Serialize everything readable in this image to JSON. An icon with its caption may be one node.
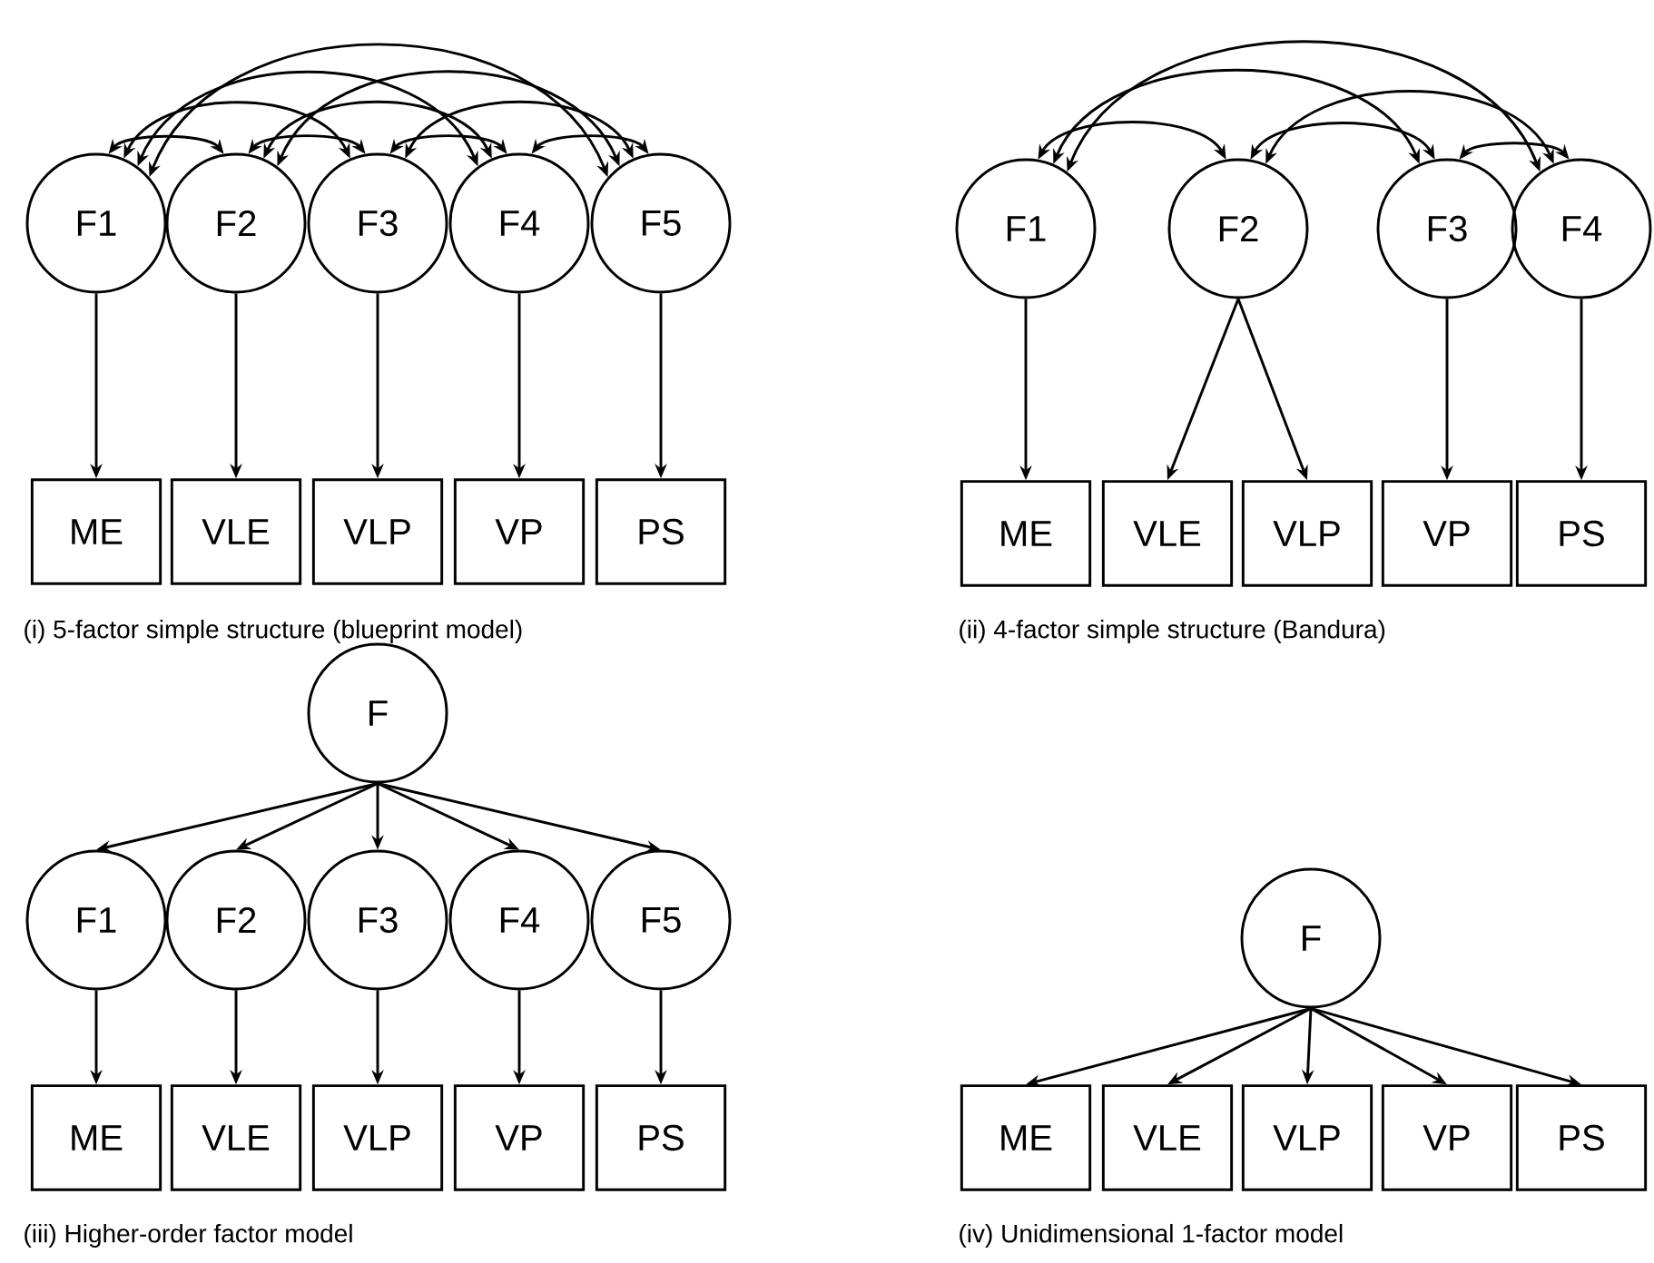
{
  "diagram": {
    "nodes": [
      {
        "text": [
          "F1"
        ]
      },
      {
        "text": [
          "F2"
        ]
      },
      {
        "text": [
          "F3"
        ]
      },
      {
        "text": [
          "F4"
        ]
      },
      {
        "text": [
          "F5"
        ]
      },
      {
        "text": [
          "ME"
        ]
      },
      {
        "text": [
          "VLE"
        ]
      },
      {
        "text": [
          "VLP"
        ]
      },
      {
        "text": [
          "VP"
        ]
      },
      {
        "text": [
          "PS"
        ]
      },
      {
        "text": [
          "F1"
        ]
      },
      {
        "text": [
          "F2"
        ]
      },
      {
        "text": [
          "F3"
        ]
      },
      {
        "text": [
          "F4"
        ]
      },
      {
        "text": [
          "ME"
        ]
      },
      {
        "text": [
          "VLE"
        ]
      },
      {
        "text": [
          "VLP"
        ]
      },
      {
        "text": [
          "VP"
        ]
      },
      {
        "text": [
          "PS"
        ]
      },
      {
        "text": [
          "F"
        ]
      },
      {
        "text": [
          "F1"
        ]
      },
      {
        "text": [
          "F2"
        ]
      },
      {
        "text": [
          "F3"
        ]
      },
      {
        "text": [
          "F4"
        ]
      },
      {
        "text": [
          "F5"
        ]
      },
      {
        "text": [
          "ME"
        ]
      },
      {
        "text": [
          "VLE"
        ]
      },
      {
        "text": [
          "VLP"
        ]
      },
      {
        "text": [
          "VP"
        ]
      },
      {
        "text": [
          "PS"
        ]
      },
      {
        "text": [
          "F"
        ]
      },
      {
        "text": [
          "ME"
        ]
      },
      {
        "text": [
          "VLE"
        ]
      },
      {
        "text": [
          "VLP"
        ]
      },
      {
        "text": [
          "VP"
        ]
      },
      {
        "text": [
          "PS"
        ]
      }
    ],
    "edges": [
      {
        "from": 0,
        "to": 1,
        "arrow": "both"
      },
      {
        "from": 0,
        "to": 2,
        "arrow": "both"
      },
      {
        "from": 0,
        "to": 3,
        "arrow": "both"
      },
      {
        "from": 0,
        "to": 4,
        "arrow": "both"
      },
      {
        "from": 1,
        "to": 2,
        "arrow": "both"
      },
      {
        "from": 1,
        "to": 3,
        "arrow": "both"
      },
      {
        "from": 1,
        "to": 4,
        "arrow": "both"
      },
      {
        "from": 2,
        "to": 3,
        "arrow": "both"
      },
      {
        "from": 2,
        "to": 4,
        "arrow": "both"
      },
      {
        "from": 3,
        "to": 4,
        "arrow": "both"
      },
      {
        "from": 0,
        "to": 5,
        "arrow": "to"
      },
      {
        "from": 1,
        "to": 6,
        "arrow": "to"
      },
      {
        "from": 2,
        "to": 7,
        "arrow": "to"
      },
      {
        "from": 3,
        "to": 8,
        "arrow": "to"
      },
      {
        "from": 4,
        "to": 9,
        "arrow": "to"
      },
      {
        "from": 10,
        "to": 11,
        "arrow": "both"
      },
      {
        "from": 10,
        "to": 12,
        "arrow": "both"
      },
      {
        "from": 10,
        "to": 13,
        "arrow": "both"
      },
      {
        "from": 11,
        "to": 12,
        "arrow": "both"
      },
      {
        "from": 11,
        "to": 13,
        "arrow": "both"
      },
      {
        "from": 12,
        "to": 13,
        "arrow": "both"
      },
      {
        "from": 10,
        "to": 14,
        "arrow": "to"
      },
      {
        "from": 11,
        "to": 15,
        "arrow": "to"
      },
      {
        "from": 11,
        "to": 16,
        "arrow": "to"
      },
      {
        "from": 12,
        "to": 17,
        "arrow": "to"
      },
      {
        "from": 13,
        "to": 18,
        "arrow": "to"
      },
      {
        "from": 19,
        "to": 20,
        "arrow": "to"
      },
      {
        "from": 19,
        "to": 21,
        "arrow": "to"
      },
      {
        "from": 19,
        "to": 22,
        "arrow": "to"
      },
      {
        "from": 19,
        "to": 23,
        "arrow": "to"
      },
      {
        "from": 19,
        "to": 24,
        "arrow": "to"
      },
      {
        "from": 20,
        "to": 25,
        "arrow": "to"
      },
      {
        "from": 21,
        "to": 26,
        "arrow": "to"
      },
      {
        "from": 22,
        "to": 27,
        "arrow": "to"
      },
      {
        "from": 23,
        "to": 28,
        "arrow": "to"
      },
      {
        "from": 24,
        "to": 29,
        "arrow": "to"
      },
      {
        "from": 30,
        "to": 31,
        "arrow": "to"
      },
      {
        "from": 30,
        "to": 32,
        "arrow": "to"
      },
      {
        "from": 30,
        "to": 33,
        "arrow": "to"
      },
      {
        "from": 30,
        "to": 34,
        "arrow": "to"
      },
      {
        "from": 30,
        "to": 35,
        "arrow": "to"
      }
    ],
    "labels": [
      "(i) 5-factor simple structure (blueprint model)",
      "(ii) 4-factor simple structure (Bandura)",
      "(iii) Higher-order factor model",
      "(iv) Unidimensional 1-factor model"
    ]
  }
}
